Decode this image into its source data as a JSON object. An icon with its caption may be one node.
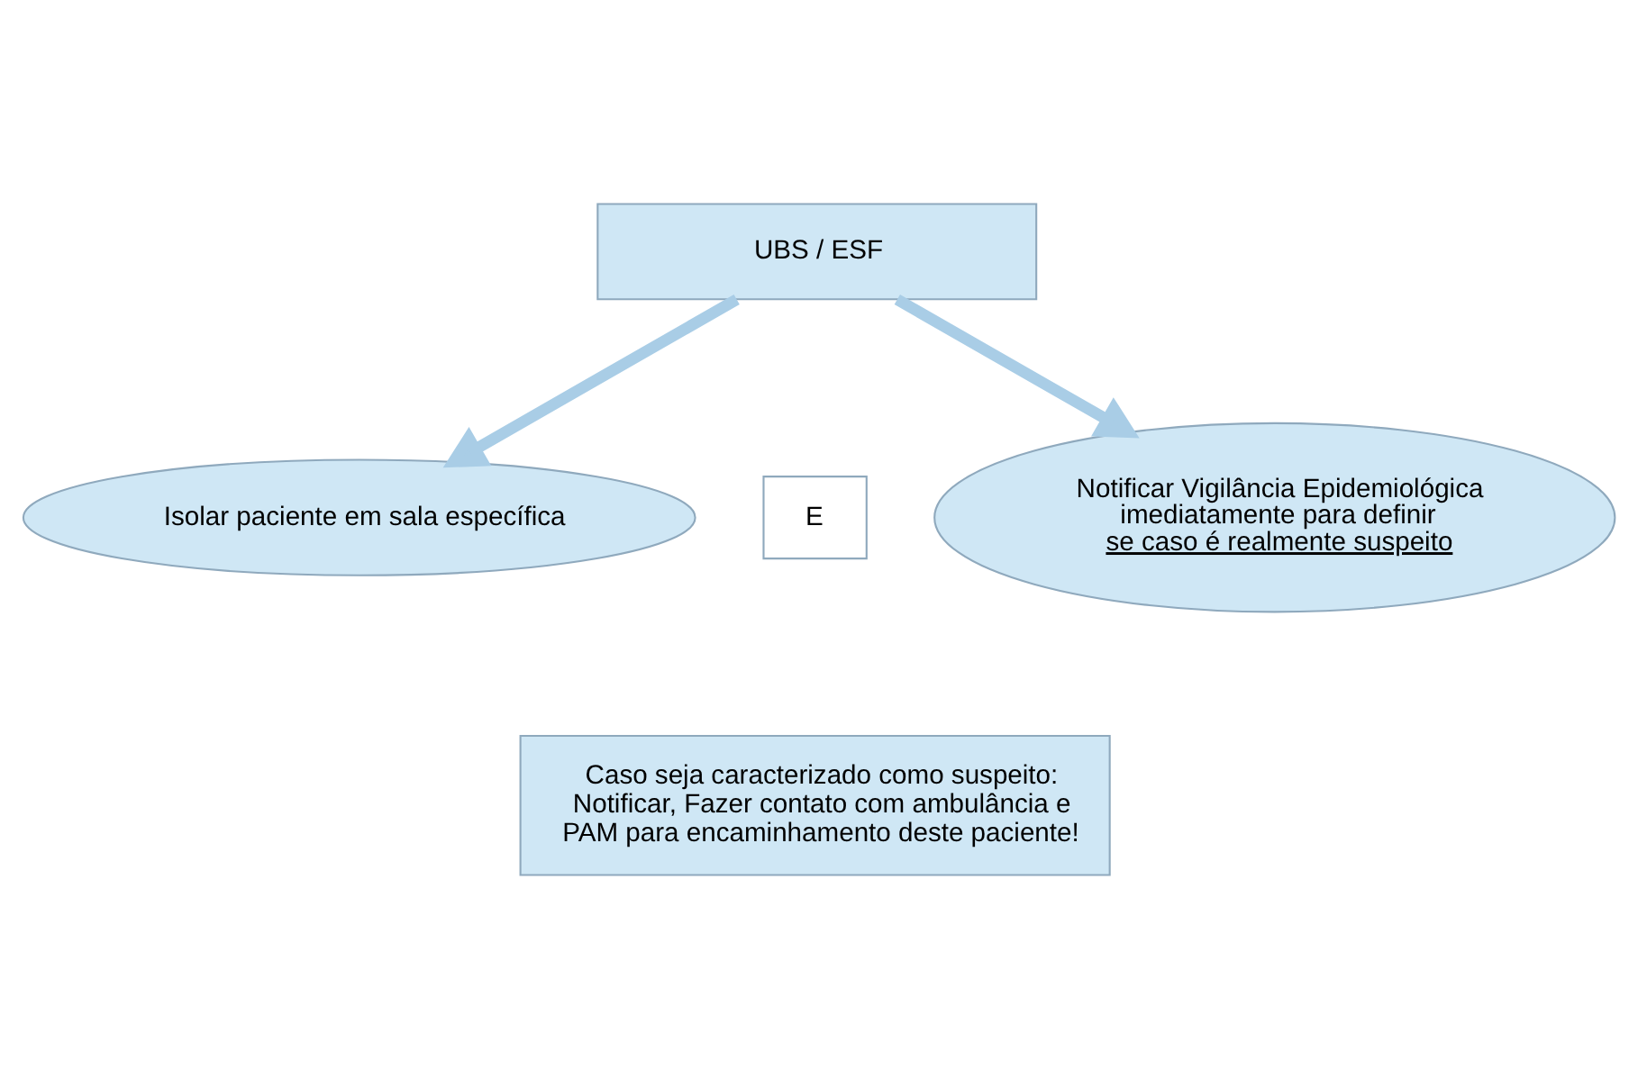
{
  "diagram": {
    "nodes": [
      {
        "text": [
          "UBS / ESF"
        ]
      },
      {
        "text": [
          "Isolar paciente em sala específica"
        ]
      },
      {
        "text": [
          "E"
        ]
      },
      {
        "text": [
          "Notificar Vigilância Epidemiológica imediatamente para definir",
          "se caso é realmente suspeito"
        ]
      },
      {
        "text": [
          "Caso seja caracterizado como suspeito: Notificar, Fazer contato com ambulância e PAM para encaminhamento deste paciente!"
        ]
      }
    ],
    "edges": [
      {
        "from": 0,
        "to": 1,
        "arrow": "to"
      },
      {
        "from": 0,
        "to": 3,
        "arrow": "to"
      }
    ]
  }
}
